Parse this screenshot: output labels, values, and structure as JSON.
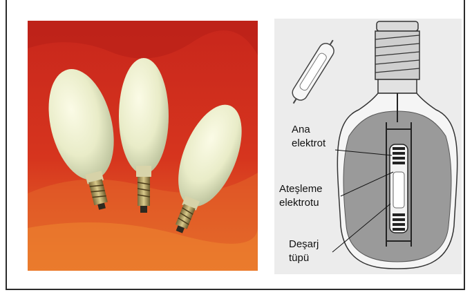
{
  "figure": {
    "labels": {
      "main_electrode": [
        "Ana",
        "elektrot"
      ],
      "ignition_electrode": [
        "Ateşleme",
        "elektrotu"
      ],
      "discharge_tube": [
        "Deşarj",
        "tüpü"
      ]
    }
  }
}
